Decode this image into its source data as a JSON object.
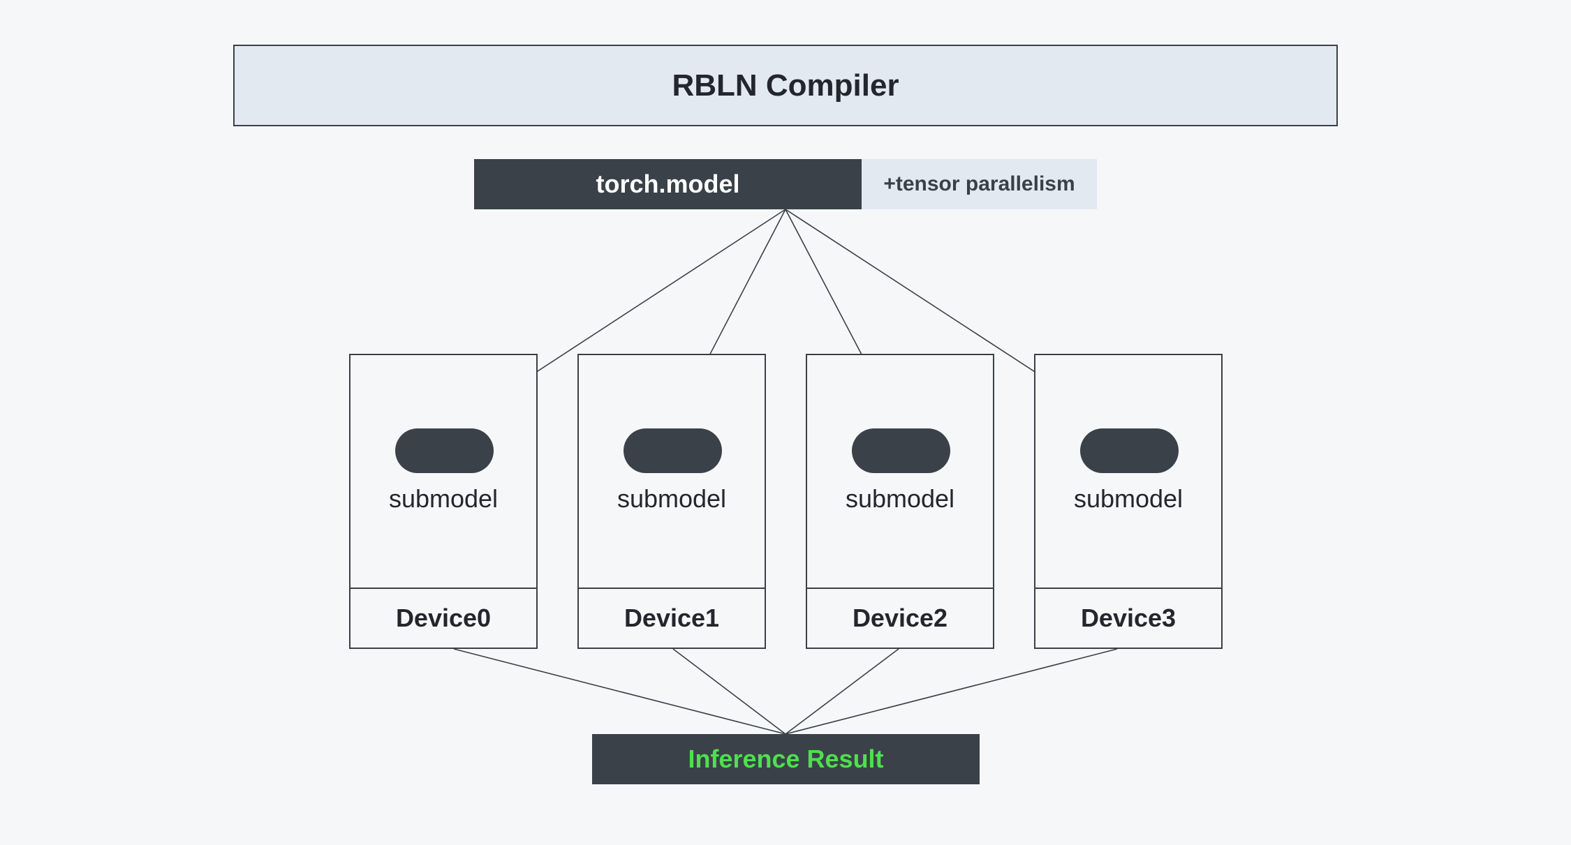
{
  "compiler": {
    "title": "RBLN Compiler"
  },
  "model": {
    "label": "torch.model",
    "badge": "+tensor parallelism"
  },
  "devices": [
    {
      "submodel_label": "submodel",
      "device_label": "Device0"
    },
    {
      "submodel_label": "submodel",
      "device_label": "Device1"
    },
    {
      "submodel_label": "submodel",
      "device_label": "Device2"
    },
    {
      "submodel_label": "submodel",
      "device_label": "Device3"
    }
  ],
  "result": {
    "label": "Inference Result"
  },
  "colors": {
    "background": "#f6f7f9",
    "panel_light": "#e3e9f1",
    "panel_dark": "#3b4149",
    "result_text": "#4ee04e",
    "border": "#3a4048"
  }
}
